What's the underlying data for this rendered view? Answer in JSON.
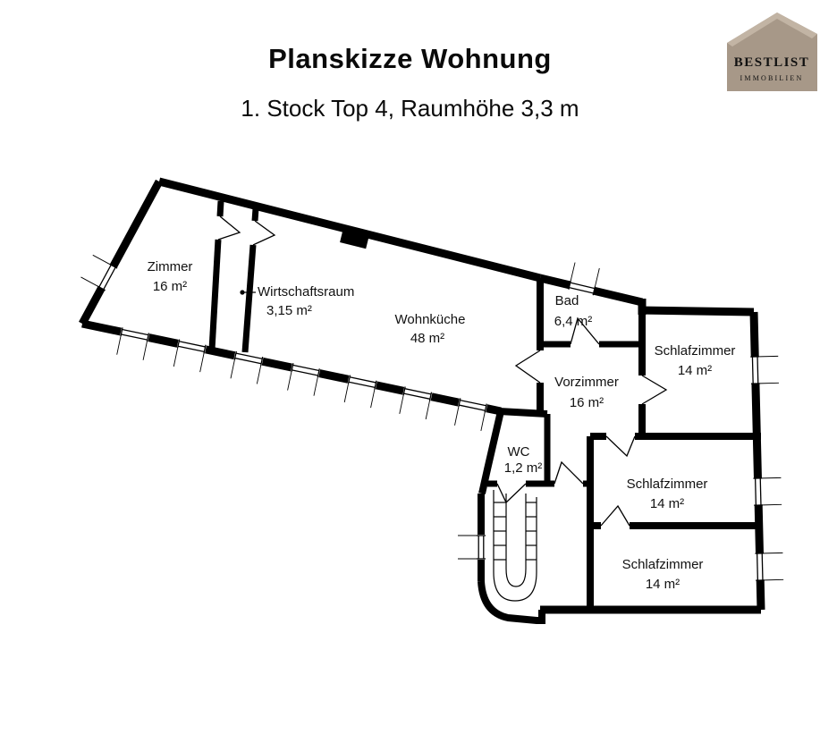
{
  "header": {
    "title": "Planskizze Wohnung",
    "subtitle": "1. Stock Top 4, Raumhöhe 3,3 m"
  },
  "logo": {
    "name": "BESTLIST",
    "tagline": "IMMOBILIEN",
    "color_main": "#a79888",
    "color_light": "#c2b4a4"
  },
  "floorplan": {
    "wall_color": "#000000",
    "rooms": [
      {
        "name": "Zimmer",
        "area": "16 m²"
      },
      {
        "name": "Wirtschaftsraum",
        "area": "3,15 m²"
      },
      {
        "name": "Wohnküche",
        "area": "48 m²"
      },
      {
        "name": "Bad",
        "area": "6,4 m²"
      },
      {
        "name": "Vorzimmer",
        "area": "16 m²"
      },
      {
        "name": "Schlafzimmer",
        "area": "14 m²"
      },
      {
        "name": "WC",
        "area": "1,2 m²"
      },
      {
        "name": "Schlafzimmer",
        "area": "14 m²"
      },
      {
        "name": "Schlafzimmer",
        "area": "14 m²"
      }
    ]
  }
}
